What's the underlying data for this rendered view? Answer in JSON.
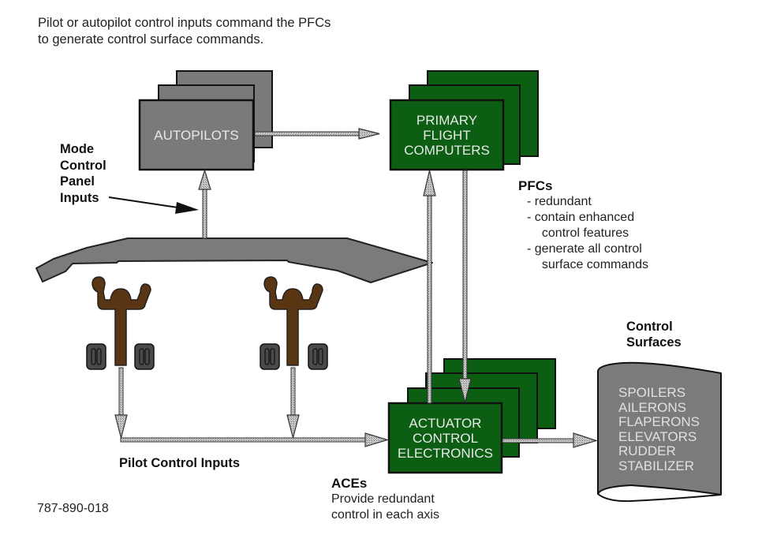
{
  "intro_text": [
    "Pilot or autopilot control inputs command the PFCs",
    "to generate control surface commands."
  ],
  "autopilots": {
    "label": "AUTOPILOTS",
    "fill": "#7a7a7a"
  },
  "pfc": {
    "label_lines": [
      "PRIMARY",
      "FLIGHT",
      "COMPUTERS"
    ],
    "fill": "#0b5e12"
  },
  "ace": {
    "label_lines": [
      "ACTUATOR",
      "CONTROL",
      "ELECTRONICS"
    ],
    "fill": "#0b5e12"
  },
  "mcp_label": [
    "Mode",
    "Control",
    "Panel",
    "Inputs"
  ],
  "pfc_notes": {
    "title": "PFCs",
    "lines": [
      "- redundant",
      "- contain enhanced",
      "  control features",
      "- generate all control",
      "  surface commands"
    ]
  },
  "control_surfaces": {
    "title": [
      "Control",
      "Surfaces"
    ],
    "items": [
      "SPOILERS",
      "AILERONS",
      "FLAPERONS",
      "ELEVATORS",
      "RUDDER",
      "STABILIZER"
    ]
  },
  "pilot_inputs_label": "Pilot Control Inputs",
  "ace_notes": {
    "title": "ACEs",
    "lines": [
      "Provide redundant",
      "control in each axis"
    ]
  },
  "figure_id": "787-890-018",
  "colors": {
    "panel_gray": "#7b7b7b",
    "column_brown": "#5a3513",
    "pedal_dark": "#4a4a4a",
    "arrow_fill": "#bdbdbd"
  }
}
